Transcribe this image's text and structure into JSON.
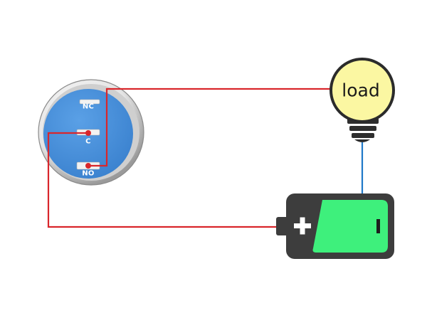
{
  "switch": {
    "pins": {
      "nc": "NC",
      "c": "C",
      "no": "NO"
    }
  },
  "load": {
    "label": "load"
  },
  "battery": {
    "positive_symbol": "+",
    "negative_symbol": "−"
  },
  "colors": {
    "wire_red": "#d9262b",
    "wire_blue": "#1f78c8",
    "switch_face": "#4a90d9",
    "bulb_glass": "#fbf7a2",
    "bulb_base": "#2e2e2e",
    "battery_body": "#3d3d3d",
    "battery_charge": "#3ef07c"
  },
  "icons": {
    "switch": "push-button-switch-icon",
    "bulb": "light-bulb-icon",
    "battery": "battery-icon"
  }
}
